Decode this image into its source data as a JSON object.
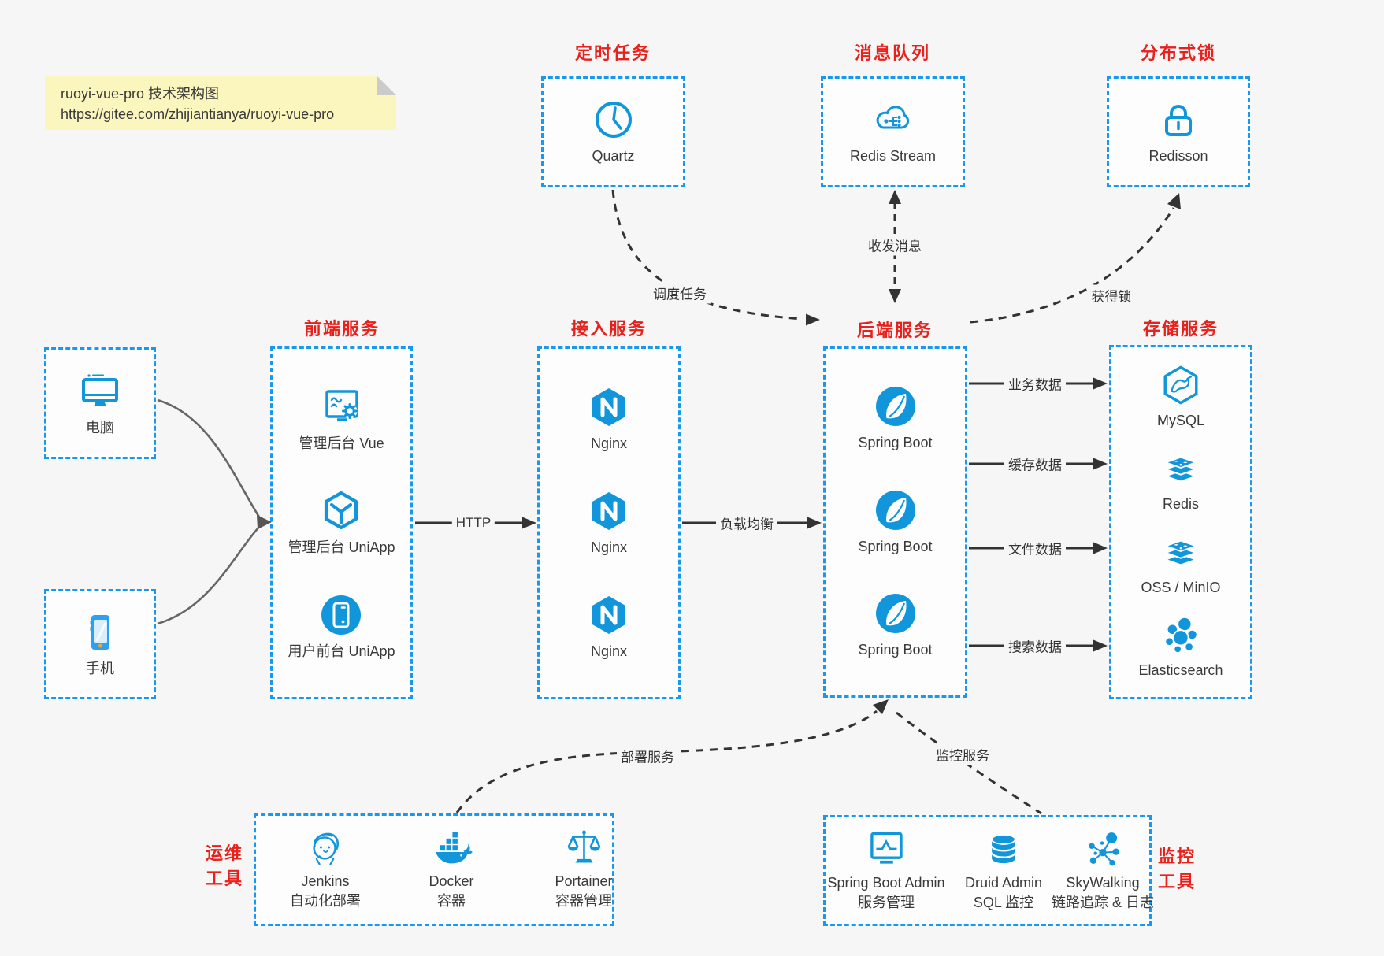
{
  "note": {
    "line1": "ruoyi-vue-pro 技术架构图",
    "line2": "https://gitee.com/zhijiantianya/ruoyi-vue-pro"
  },
  "top_services": [
    {
      "title": "定时任务",
      "name": "Quartz"
    },
    {
      "title": "消息队列",
      "name": "Redis Stream"
    },
    {
      "title": "分布式锁",
      "name": "Redisson"
    }
  ],
  "clients": [
    {
      "name": "电脑"
    },
    {
      "name": "手机"
    }
  ],
  "columns": [
    {
      "title": "前端服务",
      "items": [
        {
          "name": "管理后台 Vue"
        },
        {
          "name": "管理后台 UniApp"
        },
        {
          "name": "用户前台 UniApp"
        }
      ]
    },
    {
      "title": "接入服务",
      "items": [
        {
          "name": "Nginx"
        },
        {
          "name": "Nginx"
        },
        {
          "name": "Nginx"
        }
      ]
    },
    {
      "title": "后端服务",
      "items": [
        {
          "name": "Spring Boot"
        },
        {
          "name": "Spring Boot"
        },
        {
          "name": "Spring Boot"
        }
      ]
    },
    {
      "title": "存储服务",
      "items": [
        {
          "name": "MySQL"
        },
        {
          "name": "Redis"
        },
        {
          "name": "OSS / MinIO"
        },
        {
          "name": "Elasticsearch"
        }
      ]
    }
  ],
  "edges": {
    "http": "HTTP",
    "load_balance": "负载均衡",
    "schedule": "调度任务",
    "messaging": "收发消息",
    "lock": "获得锁",
    "business": "业务数据",
    "cache": "缓存数据",
    "file": "文件数据",
    "search": "搜索数据",
    "deploy": "部署服务",
    "monitor": "监控服务"
  },
  "bottom_groups": [
    {
      "title_line1": "运维",
      "title_line2": "工具",
      "items": [
        {
          "name": "Jenkins",
          "desc": "自动化部署"
        },
        {
          "name": "Docker",
          "desc": "容器"
        },
        {
          "name": "Portainer",
          "desc": "容器管理"
        }
      ]
    },
    {
      "title_line1": "监控",
      "title_line2": "工具",
      "items": [
        {
          "name": "Spring Boot Admin",
          "desc": "服务管理"
        },
        {
          "name": "Druid Admin",
          "desc": "SQL 监控"
        },
        {
          "name": "SkyWalking",
          "desc": "链路追踪 & 日志"
        }
      ]
    }
  ],
  "colors": {
    "accent_blue": "#1899ee",
    "icon_blue": "#1296db",
    "title_red": "#e8211c",
    "arrow_dark": "#333333",
    "note_bg": "#fbf6bd"
  }
}
